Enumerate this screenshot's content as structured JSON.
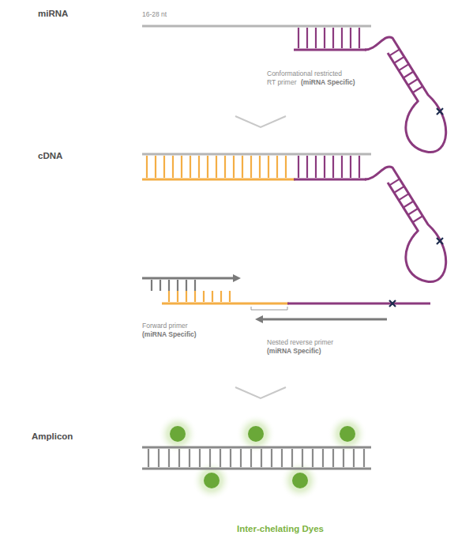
{
  "diagram": {
    "labels": [
      "miRNA",
      "16-28 nt",
      "Conformational restricted RT primer",
      "(miRNA Specific)",
      "cDNA",
      "Forward primer",
      "(miRNA Specific)",
      "Nested reverse primer",
      "(miRNA Specific)",
      "Amplicon",
      "Inter-chelating Dyes"
    ]
  }
}
